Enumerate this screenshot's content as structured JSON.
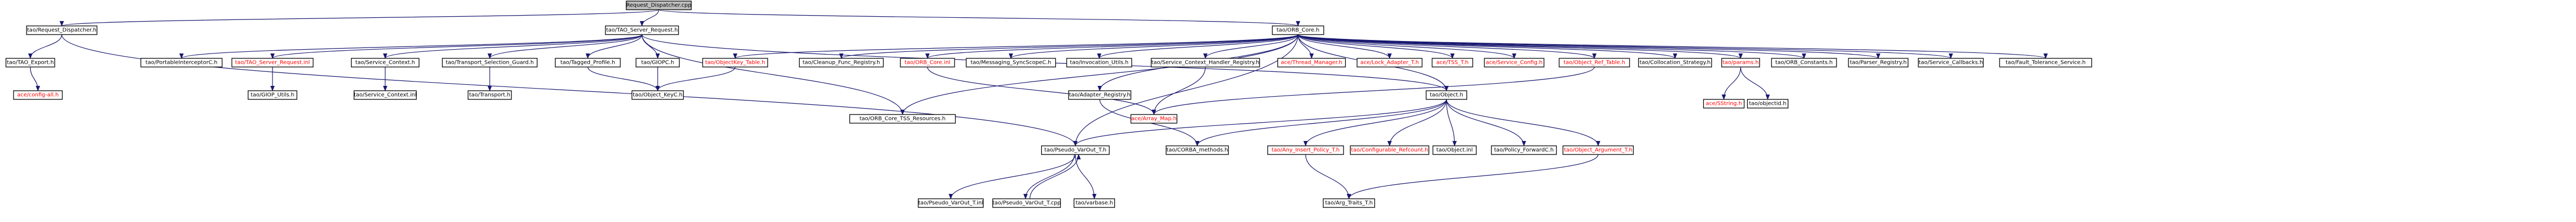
{
  "colors": {
    "edge": "#191970",
    "node_border": "#000000",
    "node_bg": "#ffffff",
    "root_bg": "#bfbfbf",
    "missing_text": "#ff0000",
    "text": "#000000"
  },
  "nodes": [
    {
      "id": "n_root",
      "label": "Request_Dispatcher.cpp",
      "root": true
    },
    {
      "id": "n_rdh",
      "label": "tao/Request_Dispatcher.h"
    },
    {
      "id": "n_tsr",
      "label": "tao/TAO_Server_Request.h"
    },
    {
      "id": "n_orbcore",
      "label": "tao/ORB_Core.h"
    },
    {
      "id": "n_taoexport",
      "label": "tao/TAO_Export.h"
    },
    {
      "id": "n_portint",
      "label": "tao/PortableInterceptorC.h"
    },
    {
      "id": "n_tsrinl",
      "label": "tao/TAO_Server_Request.inl",
      "missing": true
    },
    {
      "id": "n_svcctx",
      "label": "tao/Service_Context.h"
    },
    {
      "id": "n_tsg",
      "label": "tao/Transport_Selection_Guard.h"
    },
    {
      "id": "n_tagprof",
      "label": "tao/Tagged_Profile.h"
    },
    {
      "id": "n_giopc",
      "label": "tao/GIOPC.h"
    },
    {
      "id": "n_objkeytable",
      "label": "tao/ObjectKey_Table.h",
      "missing": true
    },
    {
      "id": "n_cleanup",
      "label": "tao/Cleanup_Func_Registry.h"
    },
    {
      "id": "n_orbcoreinl",
      "label": "tao/ORB_Core.inl",
      "missing": true
    },
    {
      "id": "n_msgsync",
      "label": "tao/Messaging_SyncScopeC.h"
    },
    {
      "id": "n_invutils",
      "label": "tao/Invocation_Utils.h"
    },
    {
      "id": "n_sch",
      "label": "tao/Service_Context_Handler_Registry.h"
    },
    {
      "id": "n_threadmgr",
      "label": "ace/Thread_Manager.h",
      "missing": true
    },
    {
      "id": "n_lockadapter",
      "label": "ace/Lock_Adapter_T.h",
      "missing": true
    },
    {
      "id": "n_tss",
      "label": "ace/TSS_T.h",
      "missing": true
    },
    {
      "id": "n_svcconfig",
      "label": "ace/Service_Config.h",
      "missing": true
    },
    {
      "id": "n_objreftable",
      "label": "tao/Object_Ref_Table.h",
      "missing": true
    },
    {
      "id": "n_colloc",
      "label": "tao/Collocation_Strategy.h"
    },
    {
      "id": "n_params",
      "label": "tao/params.h",
      "missing": true
    },
    {
      "id": "n_orbconst",
      "label": "tao/ORB_Constants.h"
    },
    {
      "id": "n_parser",
      "label": "tao/Parser_Registry.h"
    },
    {
      "id": "n_svccb",
      "label": "tao/Service_Callbacks.h"
    },
    {
      "id": "n_faulttol",
      "label": "tao/Fault_Tolerance_Service.h"
    },
    {
      "id": "n_aceconfig",
      "label": "ace/config-all.h",
      "missing": true
    },
    {
      "id": "n_giopu",
      "label": "tao/GIOP_Utils.h"
    },
    {
      "id": "n_svcctxinl",
      "label": "tao/Service_Context.inl"
    },
    {
      "id": "n_transport",
      "label": "tao/Transport.h"
    },
    {
      "id": "n_objkey",
      "label": "tao/Object_KeyC.h"
    },
    {
      "id": "n_orbcoretss",
      "label": "tao/ORB_Core_TSS_Resources.h"
    },
    {
      "id": "n_adapterreg",
      "label": "tao/Adapter_Registry.h"
    },
    {
      "id": "n_arraymap",
      "label": "ace/Array_Map.h",
      "missing": true
    },
    {
      "id": "n_objecth",
      "label": "tao/Object.h"
    },
    {
      "id": "n_sstring",
      "label": "ace/SString.h",
      "missing": true
    },
    {
      "id": "n_objectid",
      "label": "tao/objectid.h"
    },
    {
      "id": "n_pseudovo",
      "label": "tao/Pseudo_VarOut_T.h"
    },
    {
      "id": "n_corbamethods",
      "label": "tao/CORBA_methods.h"
    },
    {
      "id": "n_anyinsert",
      "label": "tao/Any_Insert_Policy_T.h",
      "missing": true
    },
    {
      "id": "n_configref",
      "label": "tao/Configurable_Refcount.h",
      "missing": true
    },
    {
      "id": "n_objectinl",
      "label": "tao/Object.inl"
    },
    {
      "id": "n_policyfwd",
      "label": "tao/Policy_ForwardC.h"
    },
    {
      "id": "n_objarg",
      "label": "tao/Object_Argument_T.h",
      "missing": true
    },
    {
      "id": "n_pseudovoinl",
      "label": "tao/Pseudo_VarOut_T.inl"
    },
    {
      "id": "n_pseudovocpp",
      "label": "tao/Pseudo_VarOut_T.cpp"
    },
    {
      "id": "n_varbase",
      "label": "tao/varbase.h"
    },
    {
      "id": "n_argtraits",
      "label": "tao/Arg_Traits_T.h"
    }
  ],
  "edges": [
    [
      "n_root",
      "n_rdh"
    ],
    [
      "n_root",
      "n_tsr"
    ],
    [
      "n_root",
      "n_orbcore"
    ],
    [
      "n_rdh",
      "n_taoexport"
    ],
    [
      "n_rdh",
      "n_pseudovo"
    ],
    [
      "n_taoexport",
      "n_aceconfig"
    ],
    [
      "n_tsr",
      "n_portint"
    ],
    [
      "n_tsr",
      "n_tsrinl"
    ],
    [
      "n_tsr",
      "n_svcctx"
    ],
    [
      "n_tsr",
      "n_tsg"
    ],
    [
      "n_tsr",
      "n_tagprof"
    ],
    [
      "n_tsr",
      "n_giopc"
    ],
    [
      "n_tsr",
      "n_objecth"
    ],
    [
      "n_tsr",
      "n_orbcoretss"
    ],
    [
      "n_tsrinl",
      "n_giopu"
    ],
    [
      "n_svcctx",
      "n_svcctxinl"
    ],
    [
      "n_tsg",
      "n_transport"
    ],
    [
      "n_tagprof",
      "n_objkey"
    ],
    [
      "n_giopc",
      "n_objkey"
    ],
    [
      "n_objkeytable",
      "n_objkey"
    ],
    [
      "n_orbcore",
      "n_objkeytable"
    ],
    [
      "n_orbcore",
      "n_cleanup"
    ],
    [
      "n_orbcore",
      "n_orbcoreinl"
    ],
    [
      "n_orbcore",
      "n_msgsync"
    ],
    [
      "n_orbcore",
      "n_invutils"
    ],
    [
      "n_orbcore",
      "n_sch"
    ],
    [
      "n_orbcore",
      "n_threadmgr"
    ],
    [
      "n_orbcore",
      "n_lockadapter"
    ],
    [
      "n_orbcore",
      "n_tss"
    ],
    [
      "n_orbcore",
      "n_svcconfig"
    ],
    [
      "n_orbcore",
      "n_objreftable"
    ],
    [
      "n_orbcore",
      "n_colloc"
    ],
    [
      "n_orbcore",
      "n_params"
    ],
    [
      "n_orbcore",
      "n_orbconst"
    ],
    [
      "n_orbcore",
      "n_parser"
    ],
    [
      "n_orbcore",
      "n_svccb"
    ],
    [
      "n_orbcore",
      "n_faulttol"
    ],
    [
      "n_orbcore",
      "n_adapterreg"
    ],
    [
      "n_orbcore",
      "n_orbcoretss"
    ],
    [
      "n_orbcore",
      "n_objecth"
    ],
    [
      "n_orbcore",
      "n_pseudovo"
    ],
    [
      "n_sch",
      "n_arraymap"
    ],
    [
      "n_orbcoreinl",
      "n_arraymap"
    ],
    [
      "n_objreftable",
      "n_arraymap"
    ],
    [
      "n_adapterreg",
      "n_corbamethods"
    ],
    [
      "n_params",
      "n_sstring"
    ],
    [
      "n_params",
      "n_objectid"
    ],
    [
      "n_objecth",
      "n_pseudovo"
    ],
    [
      "n_objecth",
      "n_corbamethods"
    ],
    [
      "n_objecth",
      "n_anyinsert"
    ],
    [
      "n_objecth",
      "n_configref"
    ],
    [
      "n_objecth",
      "n_objectinl"
    ],
    [
      "n_objecth",
      "n_policyfwd"
    ],
    [
      "n_objecth",
      "n_objarg"
    ],
    [
      "n_anyinsert",
      "n_argtraits"
    ],
    [
      "n_objarg",
      "n_argtraits"
    ],
    [
      "n_pseudovo",
      "n_pseudovoinl"
    ],
    [
      "n_pseudovo",
      "n_pseudovocpp"
    ],
    [
      "n_pseudovo",
      "n_varbase"
    ],
    [
      "n_pseudovocpp",
      "n_pseudovo"
    ]
  ]
}
